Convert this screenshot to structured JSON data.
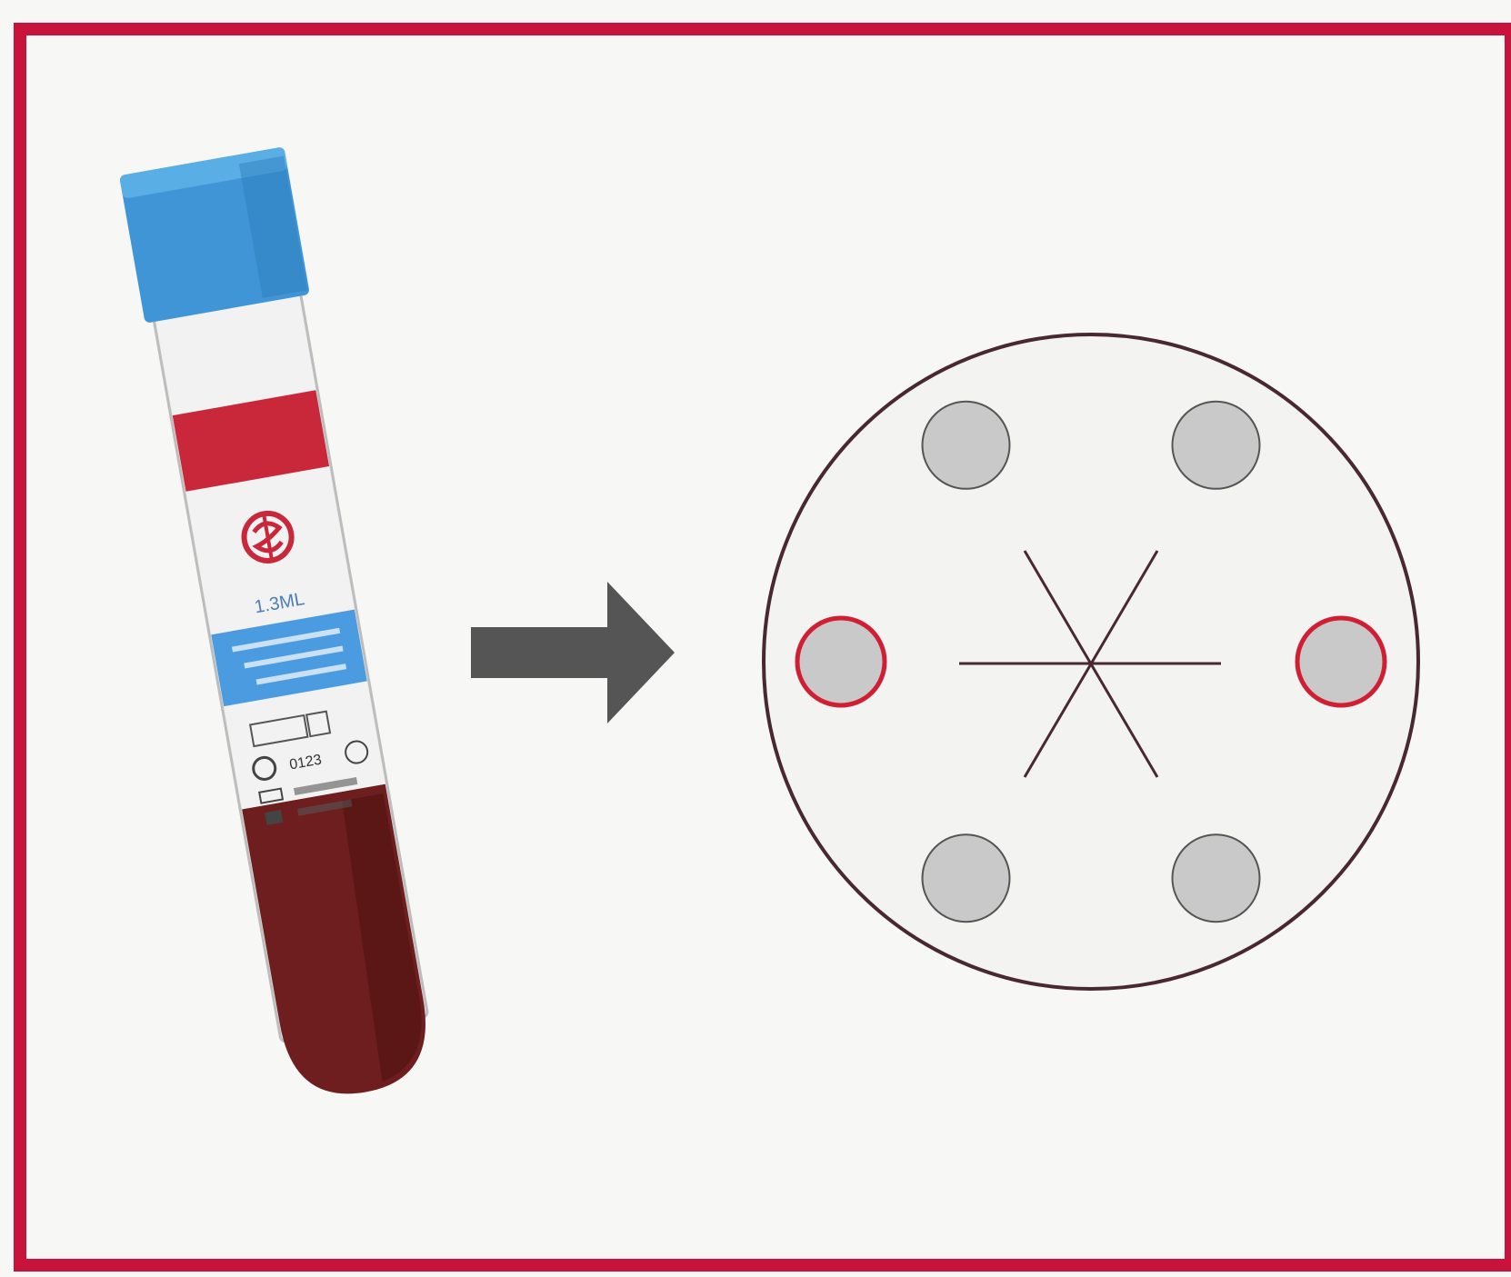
{
  "colors": {
    "border": "#c8143a",
    "background": "#f7f7f5",
    "cap": "#3f95d6",
    "label_red": "#c8283a",
    "label_blue": "#4a9be0",
    "label_white": "#f2f2f2",
    "blood": "#6e1e1e",
    "arrow": "#555555",
    "rotor_outline": "#4a2830",
    "well_fill": "#c9c9c9",
    "well_outline": "#555555",
    "highlight_outline": "#d01f33"
  },
  "tube": {
    "volume_label": "1.3ML",
    "code_label": "0123",
    "icon": "logo-icon"
  },
  "rotor": {
    "well_count": 6,
    "highlighted_wells": [
      2,
      5
    ]
  }
}
